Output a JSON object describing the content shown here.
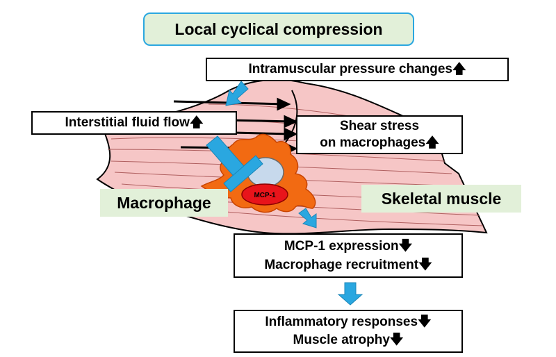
{
  "title": "Local cyclical compression",
  "pressure": {
    "text": "Intramuscular pressure changes",
    "arrow": "🡅"
  },
  "fluid": {
    "text": "Interstitial fluid flow",
    "arrow": "🡅"
  },
  "shear": {
    "line1": "Shear stress",
    "line2": "on macrophages",
    "arrow": "🡅"
  },
  "macrophage_label": "Macrophage",
  "muscle_label": "Skeletal muscle",
  "mcp_label": "MCP-1",
  "expression": {
    "line1": "MCP-1 expression",
    "line2": "Macrophage recruitment",
    "arrow": "🡇"
  },
  "outcome": {
    "line1": "Inflammatory responses",
    "line2": "Muscle atrophy",
    "arrow": "🡇"
  },
  "colors": {
    "muscle": "#f6c6c6",
    "macrophage": "#f26a12",
    "nucleus": "#c7d9ec",
    "mcp": "#e8141b",
    "arrow_blue": "#2aa7e0",
    "title_bg": "#e2f0d9",
    "title_border": "#2aa7e0"
  }
}
